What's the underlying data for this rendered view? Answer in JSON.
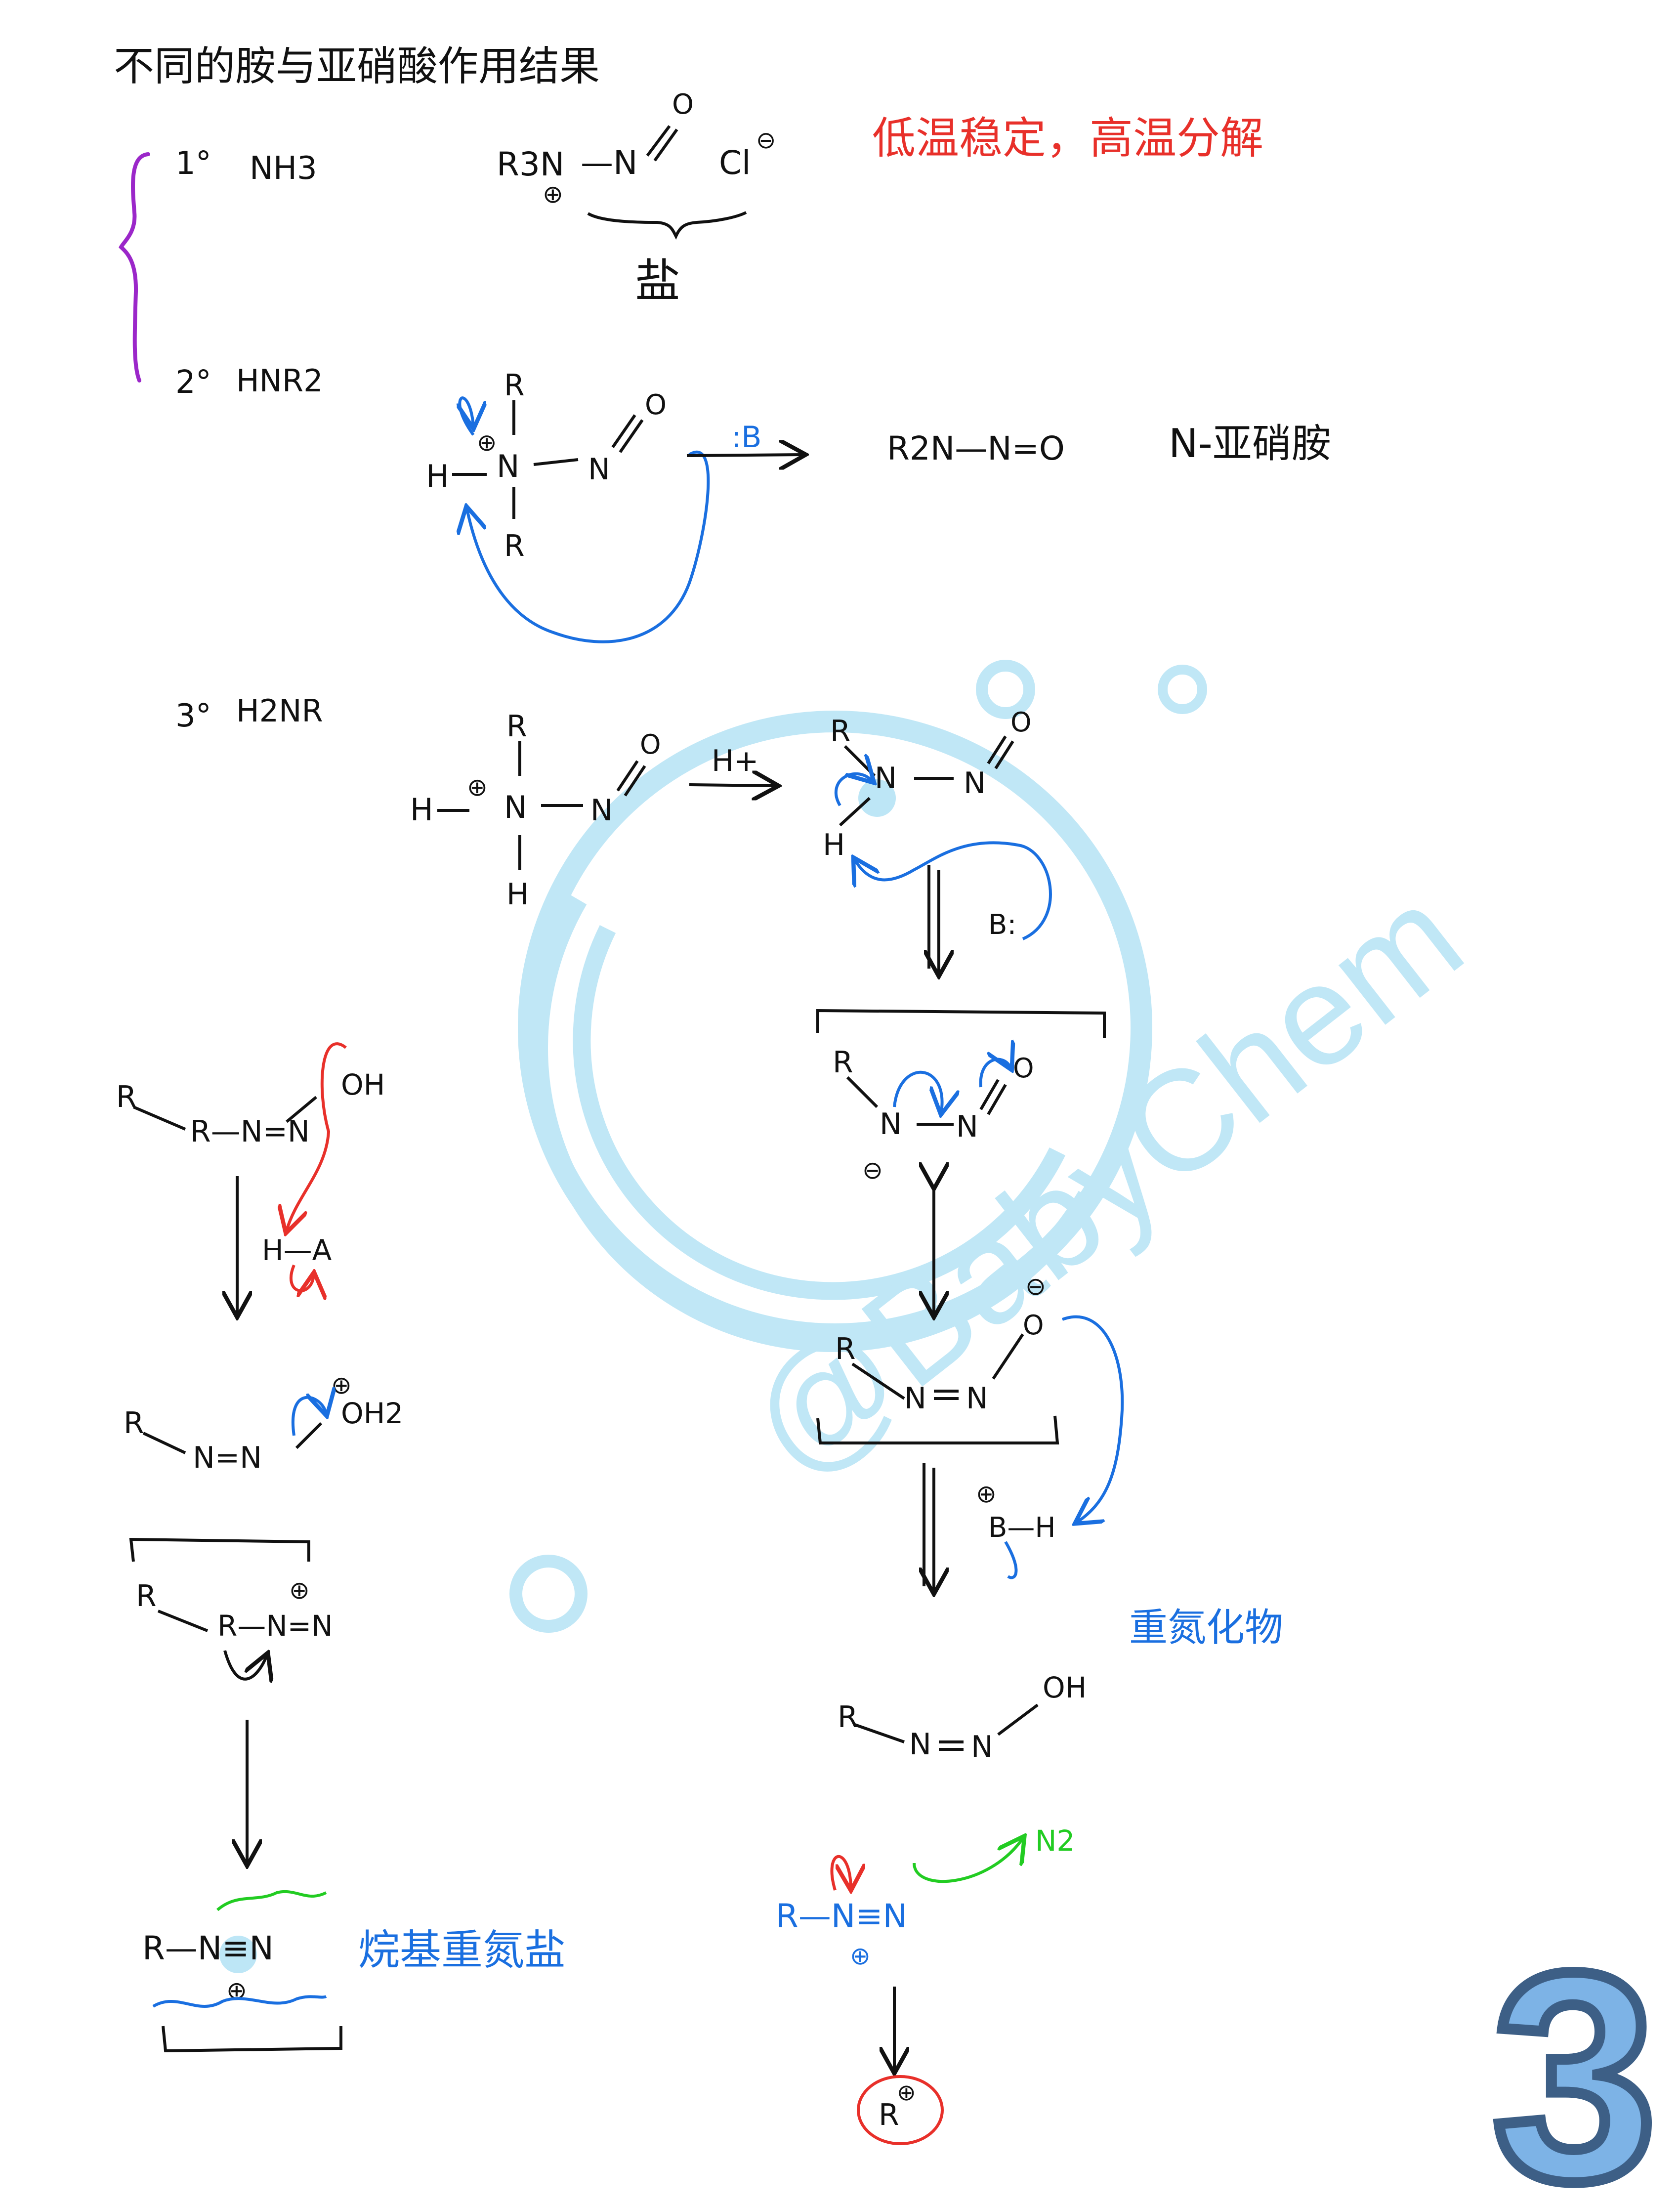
{
  "title": "不同的胺与亚硝酸作用结果",
  "colors": {
    "ink": "#111111",
    "red": "#e8302a",
    "blue": "#1a6fe0",
    "green": "#22cc22",
    "purple": "#9b27c9",
    "watermark": "#bde6f6",
    "badge_fill": "#7db3e6",
    "badge_stroke": "#3d5f86"
  },
  "rows": {
    "primary": {
      "degree": "1°",
      "amine": "NH3"
    },
    "secondary": {
      "degree": "2°",
      "amine": "HNR2"
    },
    "tertiary": {
      "degree": "3°",
      "amine": "H2NR"
    }
  },
  "salt": {
    "cation": "R3N",
    "bond": "—N",
    "oxygen": "O",
    "anion": "Cl",
    "label": "盐",
    "note": "低温稳定，高温分解"
  },
  "nitrosamine": {
    "base": ":B",
    "product": "R2N—N=O",
    "product_name": "N-亚硝胺",
    "intermediate_H": "H",
    "intermediate_N": "N",
    "R": "R"
  },
  "primary_path": {
    "H_plus": "H+",
    "base": "B:",
    "R": "R",
    "H": "H",
    "N": "N",
    "O": "O",
    "BH": "B—H",
    "diazohydroxide": "重氮化物",
    "diazo_formula": "R—N=N",
    "OH": "OH",
    "cation_chain": "R—N≡N",
    "N2": "N2",
    "carbocation": "R"
  },
  "left_path": {
    "diazo_OH": "R—N=N",
    "OH": "OH",
    "HA": "H—A",
    "OH2": "OH2",
    "cyclic": "R—N=N",
    "product": "R—N≡N",
    "product_name": "烷基重氮盐"
  },
  "watermark": "@BabyChem",
  "page_number": "3"
}
